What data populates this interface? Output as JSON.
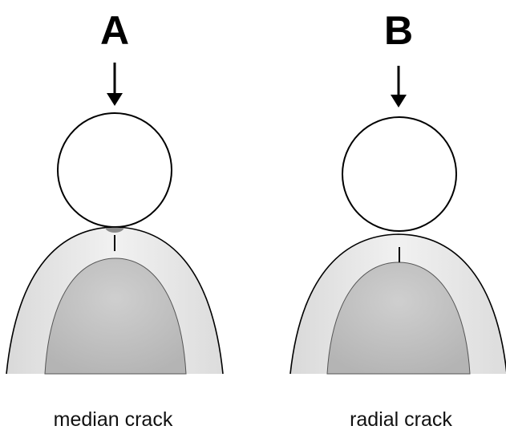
{
  "panels": [
    {
      "letter": "A",
      "caption": "median crack"
    },
    {
      "letter": "B",
      "caption": "radial crack"
    }
  ],
  "colors": {
    "outline": "#000000",
    "outer_layer": "#ececec",
    "core": "#bdbdbd",
    "contact": "#8a8a8a"
  }
}
